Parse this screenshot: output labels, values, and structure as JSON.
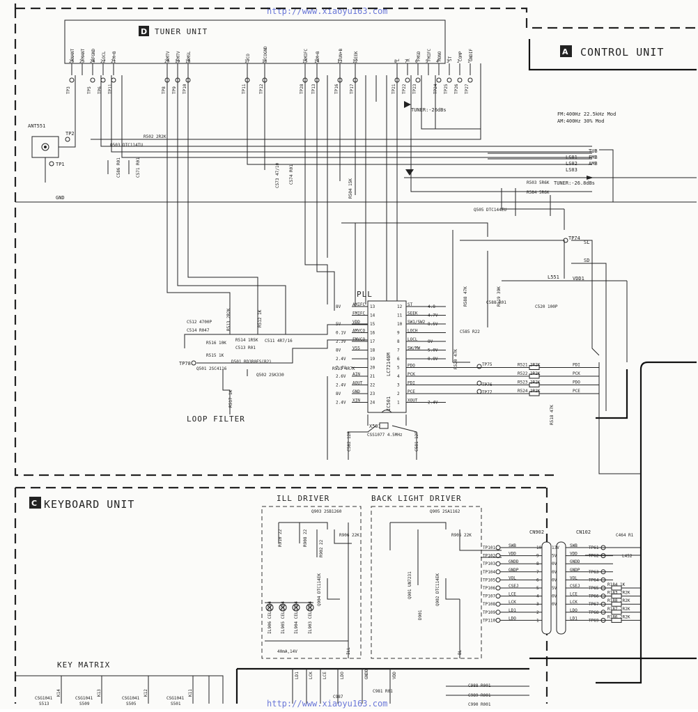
{
  "watermark": {
    "top": "http://www.xiaoyu163.com",
    "bottom": "http://www.xiaoyu163.com"
  },
  "sections": {
    "tuner": {
      "letter": "D",
      "title": "TUNER UNIT"
    },
    "control": {
      "letter": "A",
      "title": "CONTROL UNIT"
    },
    "keyboard": {
      "letter": "C",
      "title": "KEYBOARD UNIT"
    }
  },
  "tuner": {
    "pins": [
      {
        "pin": "26",
        "name": "ANANT",
        "tp": "TP3"
      },
      {
        "pin": "25",
        "name": "FMANT",
        "tp": ""
      },
      {
        "pin": "24",
        "name": "RFGND",
        "tp": "TP5"
      },
      {
        "pin": "22",
        "name": "LOCL",
        "tp": "TP6"
      },
      {
        "pin": "21",
        "name": "FM+B",
        "tp": "TP11"
      },
      {
        "pin": "20",
        "name": "AMTV",
        "tp": "TP8"
      },
      {
        "pin": "19",
        "name": "FMTV",
        "tp": "TP9"
      },
      {
        "pin": "18",
        "name": "AMSL",
        "tp": "TP10"
      },
      {
        "pin": "17",
        "name": "VCO",
        "tp": "TP11"
      },
      {
        "pin": "16",
        "name": "VCOGND",
        "tp": "TP12"
      },
      {
        "pin": "15",
        "name": "AMIFC",
        "tp": "TP28"
      },
      {
        "pin": "14",
        "name": "AM+B",
        "tp": "TP13"
      },
      {
        "pin": "13",
        "name": "TUN+B",
        "tp": "TP16"
      },
      {
        "pin": "12",
        "name": "SEEK",
        "tp": "TP17"
      },
      {
        "pin": "8",
        "name": "L",
        "tp": "TP21"
      },
      {
        "pin": "7",
        "name": "R",
        "tp": "TP22"
      },
      {
        "pin": "6",
        "name": "FMSD",
        "tp": "TP23"
      },
      {
        "pin": "5",
        "name": "FMIFC",
        "tp": ""
      },
      {
        "pin": "4",
        "name": "MONO",
        "tp": "TP24"
      },
      {
        "pin": "3",
        "name": "ST",
        "tp": "TP25"
      },
      {
        "pin": "2",
        "name": "COMP",
        "tp": "TP26"
      },
      {
        "pin": "1",
        "name": "GNDIF",
        "tp": "TP27"
      }
    ],
    "tuner_level": "TUNER:-26dBs",
    "tuner_level_out": "TUNER:-26.8dBs",
    "mod_fm": "FM:400Hz 22.5kHz Mod",
    "mod_am": "AM:400Hz 30% Mod",
    "antenna": "ANT551",
    "tp_ant": [
      "TP2",
      "TP1"
    ],
    "gnd": "GND",
    "q503": "Q503 DTC114TU",
    "r502": "R502 2R2K",
    "q505": "Q505 DTC144EU",
    "c586": "C586 R01",
    "c571": "C571 R01",
    "c573": "C573 47/10",
    "c574": "C574 R01",
    "r504": "R504 15K",
    "r503": "R503 5R6K",
    "r584": "R584 5R6K",
    "bus_out": [
      "TUB",
      "FMB",
      "AMB"
    ],
    "bus_ls": [
      "LS01",
      "LS02",
      "LS03"
    ],
    "tp74": "TP74",
    "sl": "SL",
    "sd": "SD",
    "vdd1": "VDD1",
    "l551": "L551"
  },
  "pll": {
    "title": "PLL",
    "ic": "LC72146M",
    "ref": "IC501",
    "left_pins": [
      {
        "num": "13",
        "name": "AMIFC",
        "val": "8V"
      },
      {
        "num": "14",
        "name": "FMIFC",
        "val": ""
      },
      {
        "num": "15",
        "name": "VDD",
        "val": "5V"
      },
      {
        "num": "16",
        "name": "AMVCO",
        "val": "0.1V"
      },
      {
        "num": "17",
        "name": "FMVCO",
        "val": "2.3V"
      },
      {
        "num": "18",
        "name": "VSS",
        "val": "8V"
      },
      {
        "num": "19",
        "name": "",
        "val": "2.4V"
      },
      {
        "num": "20",
        "name": "",
        "val": "2.4V"
      },
      {
        "num": "21",
        "name": "AIN",
        "val": "2.6V"
      },
      {
        "num": "22",
        "name": "AOUT",
        "val": "2.4V"
      },
      {
        "num": "23",
        "name": "GND",
        "val": "8V"
      },
      {
        "num": "24",
        "name": "XIN",
        "val": "2.4V"
      }
    ],
    "right_pins": [
      {
        "num": "12",
        "name": "ST",
        "val": "4.8"
      },
      {
        "num": "11",
        "name": "SEEK",
        "val": "4.7V"
      },
      {
        "num": "10",
        "name": "SW1/SW2",
        "val": "8.5V"
      },
      {
        "num": "9",
        "name": "LOCH",
        "val": ""
      },
      {
        "num": "8",
        "name": "LOCL",
        "val": "8V"
      },
      {
        "num": "7",
        "name": "SW/MW",
        "val": "5.0V"
      },
      {
        "num": "6",
        "name": "",
        "val": "0.8V"
      },
      {
        "num": "5",
        "name": "PDO",
        "val": ""
      },
      {
        "num": "4",
        "name": "PCK",
        "val": ""
      },
      {
        "num": "3",
        "name": "PDI",
        "val": ""
      },
      {
        "num": "2",
        "name": "PCE",
        "val": ""
      },
      {
        "num": "1",
        "name": "XOUT",
        "val": "2.4V"
      }
    ],
    "outputs": [
      {
        "r": "R521 2R2K",
        "sig": "PDI"
      },
      {
        "r": "R522 2R2K",
        "sig": "PCK"
      },
      {
        "r": "R523 2R2K",
        "sig": "PDO"
      },
      {
        "r": "R524 2R2K",
        "sig": "PCE"
      }
    ],
    "x501": "X501",
    "crystal": "CSS1077 4.5MHz",
    "c582": "C582 12P",
    "c581": "C581 12P",
    "c520": "C520 100P",
    "c588": "C588 R01",
    "r588": "R588 47K",
    "r519": "R519 39K",
    "c585": "C585 R22",
    "r518": "R518 47K",
    "r520": "R520 47K",
    "tp75": "TP75",
    "tp76": "TP76",
    "tp77": "TP77",
    "c511": "C511 4R7/16",
    "c513": "C513 R01",
    "r514": "R514 1R5K",
    "c512": "C512 4700P",
    "c514": "C514 R047",
    "r513": "R513 2R2K",
    "r512": "R512 1K",
    "r511": "R511 4R7K",
    "r515": "R515 1K",
    "r516": "R516 10K",
    "q501": "Q501 2SC4116",
    "d501": "D501 RD3R0ES(B2)",
    "q502": "Q502 2SK330",
    "r517": "R517 1K",
    "tp78": "TP78",
    "loop_filter": "LOOP FILTER"
  },
  "keyboard": {
    "ill_driver": "ILL DRIVER",
    "back_light_driver": "BACK LIGHT DRIVER",
    "q903": "Q903 2SB1260",
    "q905": "Q905 2SA1162",
    "r906": "R906 22K",
    "r905": "R905 22K",
    "r910": "R910 22",
    "r908": "R908 22",
    "r902": "R902 22",
    "q904": "Q904 DTC114EK",
    "q902": "Q902 DTC114EK",
    "q901": "Q901 UN7231",
    "cel": [
      "IL906 CEL1584",
      "IL905 CEL1584",
      "IL904 CEL1584",
      "IL903 CEL1584"
    ],
    "current": "40mA,14V",
    "ill": "ILL",
    "bl": "BL",
    "d901": "D901",
    "key_matrix": "KEY MATRIX",
    "csg": [
      "CSG1041 S513",
      "CSG1041 S509",
      "CSG1041 S505",
      "CSG1041 S501"
    ],
    "k": [
      "K14",
      "K13",
      "K12",
      "K11"
    ],
    "cn902": "CN902",
    "cn102": "CN102",
    "connector_rows": [
      {
        "tp": "TP101",
        "sig": "SWB",
        "num": "10",
        "pin": "13V",
        "rsig": "SWB",
        "rtp": "TP61"
      },
      {
        "tp": "TP102",
        "sig": "VDD",
        "num": "9",
        "pin": "5V",
        "rsig": "VDD",
        "rtp": "TP62"
      },
      {
        "tp": "TP103",
        "sig": "GNDD",
        "num": "8",
        "pin": "0V",
        "rsig": "GNDD",
        "rtp": ""
      },
      {
        "tp": "TP104",
        "sig": "GNDP",
        "num": "7",
        "pin": "0V",
        "rsig": "GNDP",
        "rtp": "TP63"
      },
      {
        "tp": "TP105",
        "sig": "VOL",
        "num": "6",
        "pin": "0V",
        "rsig": "VOL",
        "rtp": "TP64"
      },
      {
        "tp": "TP106",
        "sig": "CSEJ",
        "num": "5",
        "pin": "5V",
        "rsig": "CSEJ",
        "rtp": "TP65"
      },
      {
        "tp": "TP107",
        "sig": "LCE",
        "num": "4",
        "pin": "0V",
        "rsig": "LCE",
        "rtp": "TP66"
      },
      {
        "tp": "TP108",
        "sig": "LCK",
        "num": "3",
        "pin": "0V",
        "rsig": "LCK",
        "rtp": "TP67"
      },
      {
        "tp": "TP109",
        "sig": "LD1",
        "num": "2",
        "pin": "",
        "rsig": "LDO",
        "rtp": "TP68"
      },
      {
        "tp": "TP110",
        "sig": "LDO",
        "num": "1",
        "pin": "",
        "rsig": "LD1",
        "rtp": "TP69"
      }
    ],
    "right_res": [
      "R184 1K",
      "R183 2R2K",
      "R188 2R2K",
      "R187 2R2K",
      "R186 2R2K"
    ],
    "c464": "C464 R1",
    "l452": "L452",
    "bottom_labels": [
      "LD1",
      "LCK",
      "LCE",
      "LDO",
      "GNDD",
      "VDD"
    ],
    "c987": "C987",
    "c981": "C981 R01",
    "c988": "C988 R001",
    "c989": "C989 R001",
    "c990": "C990 R001"
  }
}
